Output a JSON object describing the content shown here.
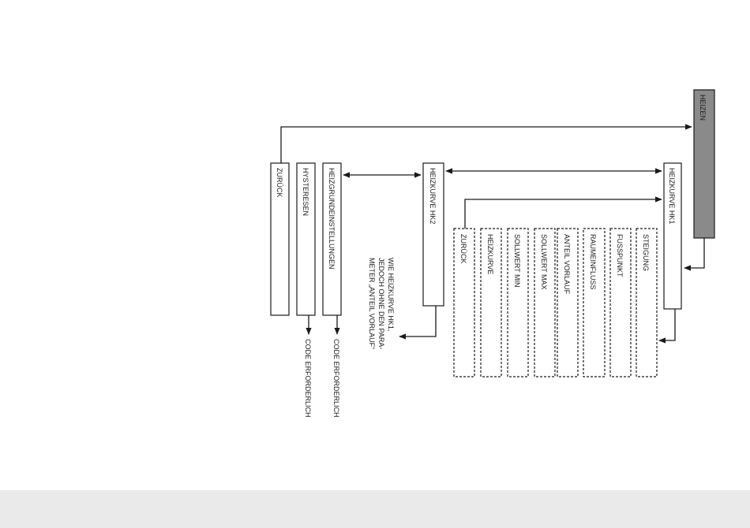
{
  "menu": {
    "root": "HEIZEN",
    "hk1": {
      "label": "HEIZKURVE HK1",
      "items": [
        "STEIGUNG",
        "FUSSPUNKT",
        "RAUMEINFLUSS",
        "ANTEIL VORLAUF",
        "SOLLWERT MAX",
        "SOLLWERT MIN",
        "HEIZKURVE",
        "ZURÜCK"
      ]
    },
    "hk2": {
      "label": "HEIZKURVE HK2",
      "note": [
        "WIE HEIZKURVE HK1,",
        "JEDOCH OHNE DEN PARA-",
        "METER „ANTEIL VORLAUF“"
      ]
    },
    "grundeinstellungen": {
      "label": "HEIZGRUNDEINSTELLUNGEN",
      "note": "CODE ERFORDERLICH"
    },
    "hysteresen": {
      "label": "HYSTERESEN",
      "note": "CODE ERFORDERLICH"
    },
    "zurueck": "ZURÜCK"
  },
  "colors": {
    "root_fill": "#8a8a8a",
    "line": "#1a1a1a",
    "footer": "#eaeaea"
  }
}
